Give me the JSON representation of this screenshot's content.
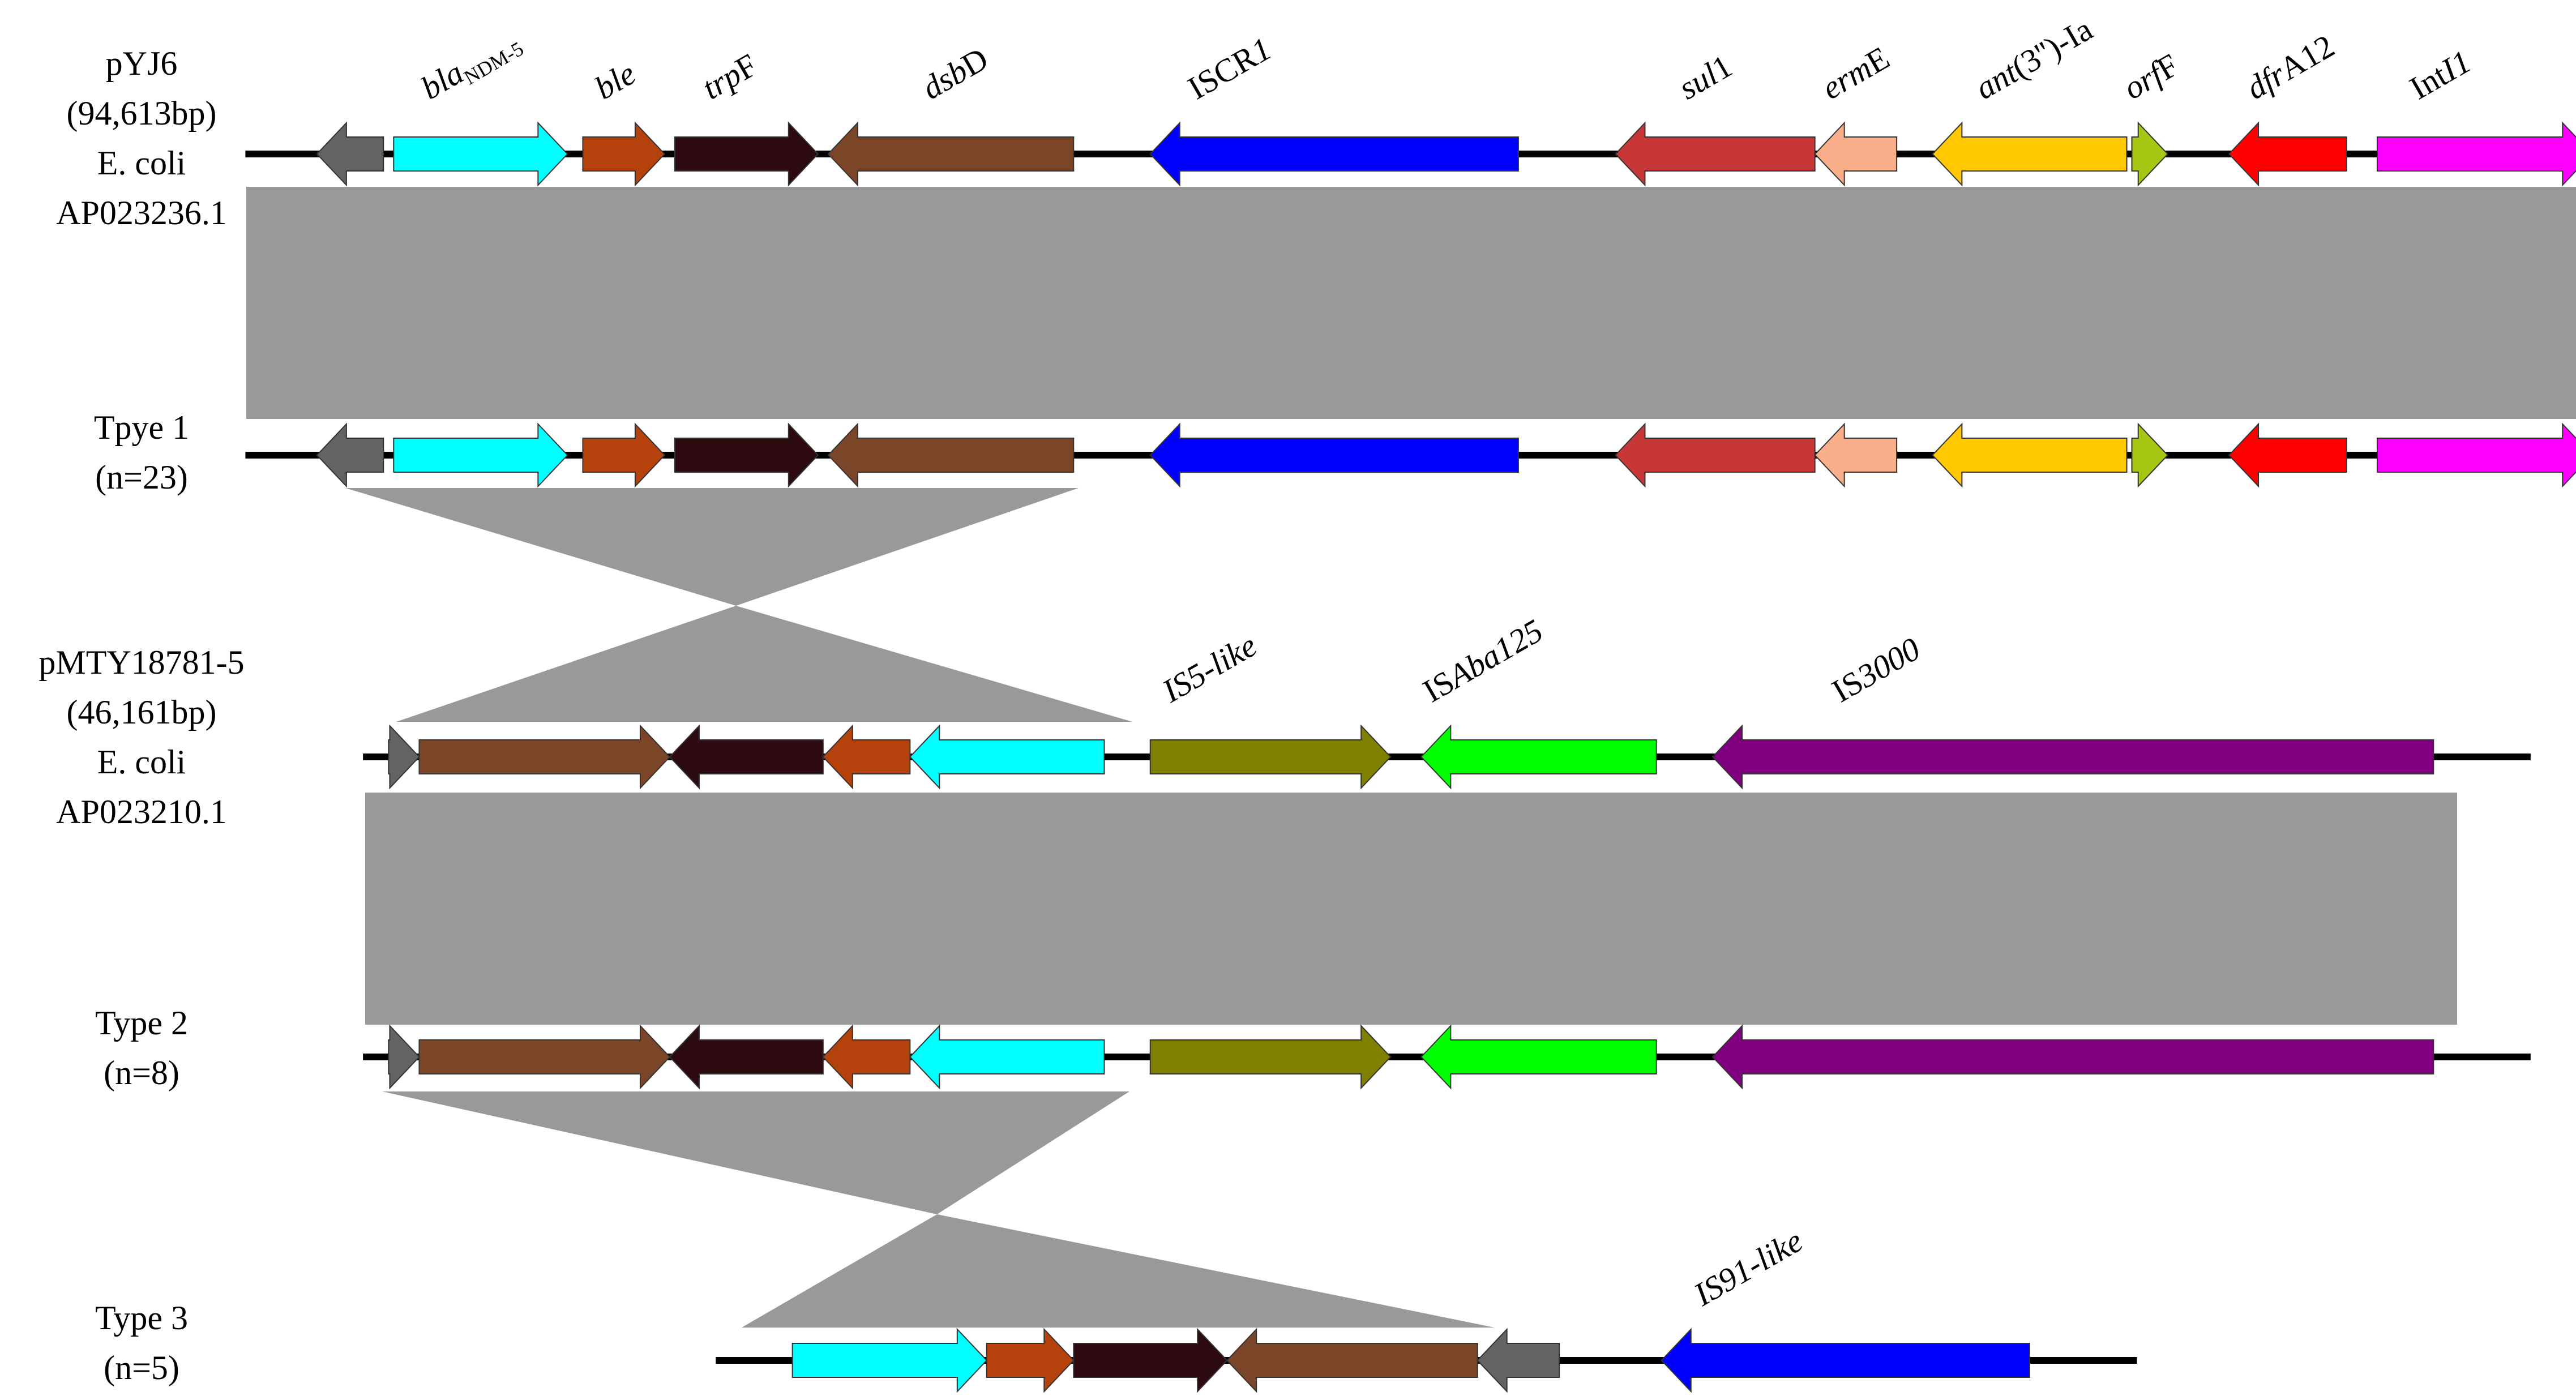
{
  "colors": {
    "backbone": "#000000",
    "homology": "#999999",
    "gray_small": "#636363",
    "cyan": "#00ffff",
    "orange_brown": "#b5420d",
    "dark_brown": "#2d0a0f",
    "brown": "#7b4527",
    "blue": "#0000ff",
    "red_brown": "#c83737",
    "salmon": "#f9b08a",
    "gold": "#ffc800",
    "yellow_green": "#a6c815",
    "red": "#ff0000",
    "magenta": "#ff00ff",
    "olive": "#7f7f00",
    "green": "#00ff00",
    "purple": "#800080"
  },
  "rows": [
    {
      "id": "pyj6",
      "label_lines": [
        "pYJ6",
        "(94,613bp)",
        "E. coli",
        "AP023236.1"
      ],
      "genes": [
        {
          "start": 0.62,
          "end": 0.75,
          "dir": -1,
          "color": "gray_small"
        },
        {
          "start": 0.77,
          "end": 1.11,
          "dir": 1,
          "color": "cyan"
        },
        {
          "start": 1.14,
          "end": 1.3,
          "dir": 1,
          "color": "orange_brown"
        },
        {
          "start": 1.32,
          "end": 1.6,
          "dir": 1,
          "color": "dark_brown"
        },
        {
          "start": 1.62,
          "end": 2.1,
          "dir": -1,
          "color": "brown"
        },
        {
          "start": 2.25,
          "end": 2.97,
          "dir": -1,
          "color": "blue"
        },
        {
          "start": 3.16,
          "end": 3.55,
          "dir": -1,
          "color": "red_brown"
        },
        {
          "start": 3.55,
          "end": 3.71,
          "dir": -1,
          "color": "salmon"
        },
        {
          "start": 3.78,
          "end": 4.16,
          "dir": -1,
          "color": "gold"
        },
        {
          "start": 4.17,
          "end": 4.24,
          "dir": 1,
          "color": "yellow_green"
        },
        {
          "start": 4.36,
          "end": 4.59,
          "dir": -1,
          "color": "red"
        },
        {
          "start": 4.65,
          "end": 5.07,
          "dir": 1,
          "color": "magenta"
        }
      ],
      "gene_labels": [
        {
          "id": "bla",
          "text": "bla",
          "sub": "NDM-5",
          "italic": true,
          "x": 0.84
        },
        {
          "id": "ble",
          "text": "ble",
          "italic": true,
          "x": 1.18
        },
        {
          "id": "trpf",
          "text": "trp",
          "suffix": "F",
          "italic": true,
          "x": 1.39
        },
        {
          "id": "dsbd",
          "text": "dsb",
          "suffix": "D",
          "italic": true,
          "x": 1.82
        },
        {
          "id": "iscr1",
          "text": "ISCR",
          "suffix_italic": "1",
          "italic": false,
          "x": 2.34
        },
        {
          "id": "sul1",
          "text": "sul",
          "suffix": "1",
          "italic": true,
          "x": 3.3
        },
        {
          "id": "erme",
          "text": "erm",
          "suffix": "E",
          "italic": true,
          "x": 3.58
        },
        {
          "id": "ant",
          "text": "ant",
          "suffix": "(3'')-Ia",
          "italic": true,
          "x": 3.88
        },
        {
          "id": "orff",
          "text": "orf",
          "suffix": "F",
          "italic": true,
          "x": 4.17
        },
        {
          "id": "dfra12",
          "text": "dfr",
          "suffix": "A12",
          "italic": true,
          "x": 4.41
        },
        {
          "id": "inti1",
          "text": "Int",
          "suffix_italic": "I1",
          "italic": false,
          "x": 4.73
        }
      ]
    },
    {
      "id": "type1",
      "label_lines": [
        "Tpye 1",
        "(n=23)"
      ],
      "genes": [
        {
          "start": 0.62,
          "end": 0.75,
          "dir": -1,
          "color": "gray_small"
        },
        {
          "start": 0.77,
          "end": 1.11,
          "dir": 1,
          "color": "cyan"
        },
        {
          "start": 1.14,
          "end": 1.3,
          "dir": 1,
          "color": "orange_brown"
        },
        {
          "start": 1.32,
          "end": 1.6,
          "dir": 1,
          "color": "dark_brown"
        },
        {
          "start": 1.62,
          "end": 2.1,
          "dir": -1,
          "color": "brown"
        },
        {
          "start": 2.25,
          "end": 2.97,
          "dir": -1,
          "color": "blue"
        },
        {
          "start": 3.16,
          "end": 3.55,
          "dir": -1,
          "color": "red_brown"
        },
        {
          "start": 3.55,
          "end": 3.71,
          "dir": -1,
          "color": "salmon"
        },
        {
          "start": 3.78,
          "end": 4.16,
          "dir": -1,
          "color": "gold"
        },
        {
          "start": 4.17,
          "end": 4.24,
          "dir": 1,
          "color": "yellow_green"
        },
        {
          "start": 4.36,
          "end": 4.59,
          "dir": -1,
          "color": "red"
        },
        {
          "start": 4.65,
          "end": 5.07,
          "dir": 1,
          "color": "magenta"
        }
      ]
    },
    {
      "id": "pmty",
      "label_lines": [
        "pMTY18781-5",
        "(46,161bp)",
        "E. coli",
        "AP023210.1"
      ],
      "genes": [
        {
          "start": 0.76,
          "end": 0.82,
          "dir": 1,
          "color": "gray_small"
        },
        {
          "start": 0.82,
          "end": 1.31,
          "dir": 1,
          "color": "brown"
        },
        {
          "start": 1.31,
          "end": 1.61,
          "dir": -1,
          "color": "dark_brown"
        },
        {
          "start": 1.61,
          "end": 1.78,
          "dir": -1,
          "color": "orange_brown"
        },
        {
          "start": 1.78,
          "end": 2.16,
          "dir": -1,
          "color": "cyan"
        },
        {
          "start": 2.25,
          "end": 2.72,
          "dir": 1,
          "color": "olive"
        },
        {
          "start": 2.78,
          "end": 3.24,
          "dir": -1,
          "color": "green"
        },
        {
          "start": 3.35,
          "end": 4.76,
          "dir": -1,
          "color": "purple"
        }
      ],
      "gene_labels": [
        {
          "id": "is5",
          "text": "IS5-like",
          "italic": true,
          "x": 2.29
        },
        {
          "id": "isaba125",
          "text": "IS",
          "suffix_italic": "Aba125",
          "italic": false,
          "x": 2.8
        },
        {
          "id": "is3000",
          "text": "IS",
          "suffix_italic": "3000",
          "italic": false,
          "x": 3.6
        }
      ]
    },
    {
      "id": "type2",
      "label_lines": [
        "Type 2",
        "(n=8)"
      ],
      "genes": [
        {
          "start": 0.76,
          "end": 0.82,
          "dir": 1,
          "color": "gray_small"
        },
        {
          "start": 0.82,
          "end": 1.31,
          "dir": 1,
          "color": "brown"
        },
        {
          "start": 1.31,
          "end": 1.61,
          "dir": -1,
          "color": "dark_brown"
        },
        {
          "start": 1.61,
          "end": 1.78,
          "dir": -1,
          "color": "orange_brown"
        },
        {
          "start": 1.78,
          "end": 2.16,
          "dir": -1,
          "color": "cyan"
        },
        {
          "start": 2.25,
          "end": 2.72,
          "dir": 1,
          "color": "olive"
        },
        {
          "start": 2.78,
          "end": 3.24,
          "dir": -1,
          "color": "green"
        },
        {
          "start": 3.35,
          "end": 4.76,
          "dir": -1,
          "color": "purple"
        }
      ]
    },
    {
      "id": "type3",
      "label_lines": [
        "Type 3",
        "(n=5)"
      ],
      "genes": [
        {
          "start": 1.55,
          "end": 1.93,
          "dir": 1,
          "color": "cyan"
        },
        {
          "start": 1.93,
          "end": 2.1,
          "dir": 1,
          "color": "orange_brown"
        },
        {
          "start": 2.1,
          "end": 2.4,
          "dir": 1,
          "color": "dark_brown"
        },
        {
          "start": 2.4,
          "end": 2.89,
          "dir": -1,
          "color": "brown"
        },
        {
          "start": 2.89,
          "end": 3.05,
          "dir": -1,
          "color": "gray_small"
        },
        {
          "start": 3.25,
          "end": 3.97,
          "dir": -1,
          "color": "blue"
        }
      ],
      "gene_labels": [
        {
          "id": "is91",
          "text": "IS91-like",
          "italic": true,
          "x": 3.33
        }
      ]
    }
  ]
}
